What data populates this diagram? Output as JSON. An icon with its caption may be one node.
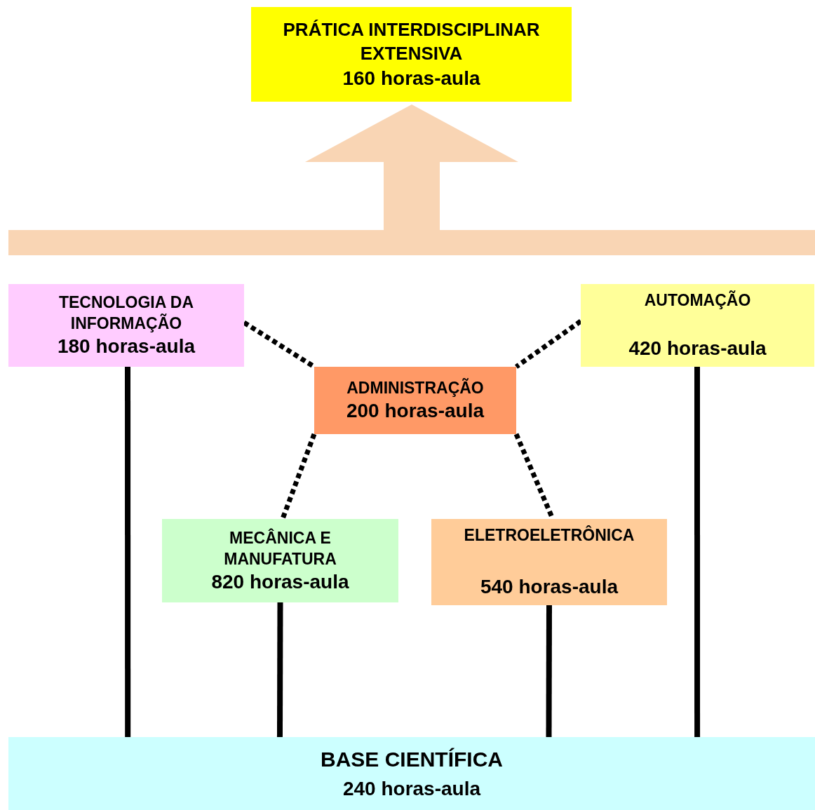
{
  "diagram": {
    "nodes": [
      {
        "text": [
          "PRÁTICA INTERDISCIPLINAR EXTENSIVA",
          "160 horas-aula"
        ]
      },
      {
        "text": [],
        "shape": "bar"
      },
      {
        "text": [
          "TECNOLOGIA DA INFORMAÇÃO",
          "180 horas-aula"
        ]
      },
      {
        "text": [
          "AUTOMAÇÃO",
          "420 horas-aula"
        ]
      },
      {
        "text": [
          "ADMINISTRAÇÃO",
          "200 horas-aula"
        ]
      },
      {
        "text": [
          "MECÂNICA E MANUFATURA",
          "820 horas-aula"
        ]
      },
      {
        "text": [
          "ELETROELETRÔNICA",
          "540 horas-aula"
        ]
      },
      {
        "text": [
          "BASE CIENTÍFICA",
          "240 horas-aula"
        ]
      }
    ],
    "edges": [
      {
        "from": 1,
        "to": 0,
        "arrow": "to",
        "style": "thick",
        "color": "#f9d5b4"
      },
      {
        "from": 2,
        "to": 7,
        "arrow": "none"
      },
      {
        "from": 5,
        "to": 7,
        "arrow": "none"
      },
      {
        "from": 6,
        "to": 7,
        "arrow": "none"
      },
      {
        "from": 3,
        "to": 7,
        "arrow": "none"
      },
      {
        "from": 2,
        "to": 4,
        "arrow": "none",
        "style": "dashed"
      },
      {
        "from": 3,
        "to": 4,
        "arrow": "none",
        "style": "dashed"
      },
      {
        "from": 4,
        "to": 5,
        "arrow": "none",
        "style": "dashed"
      },
      {
        "from": 4,
        "to": 6,
        "arrow": "none",
        "style": "dashed"
      }
    ]
  }
}
